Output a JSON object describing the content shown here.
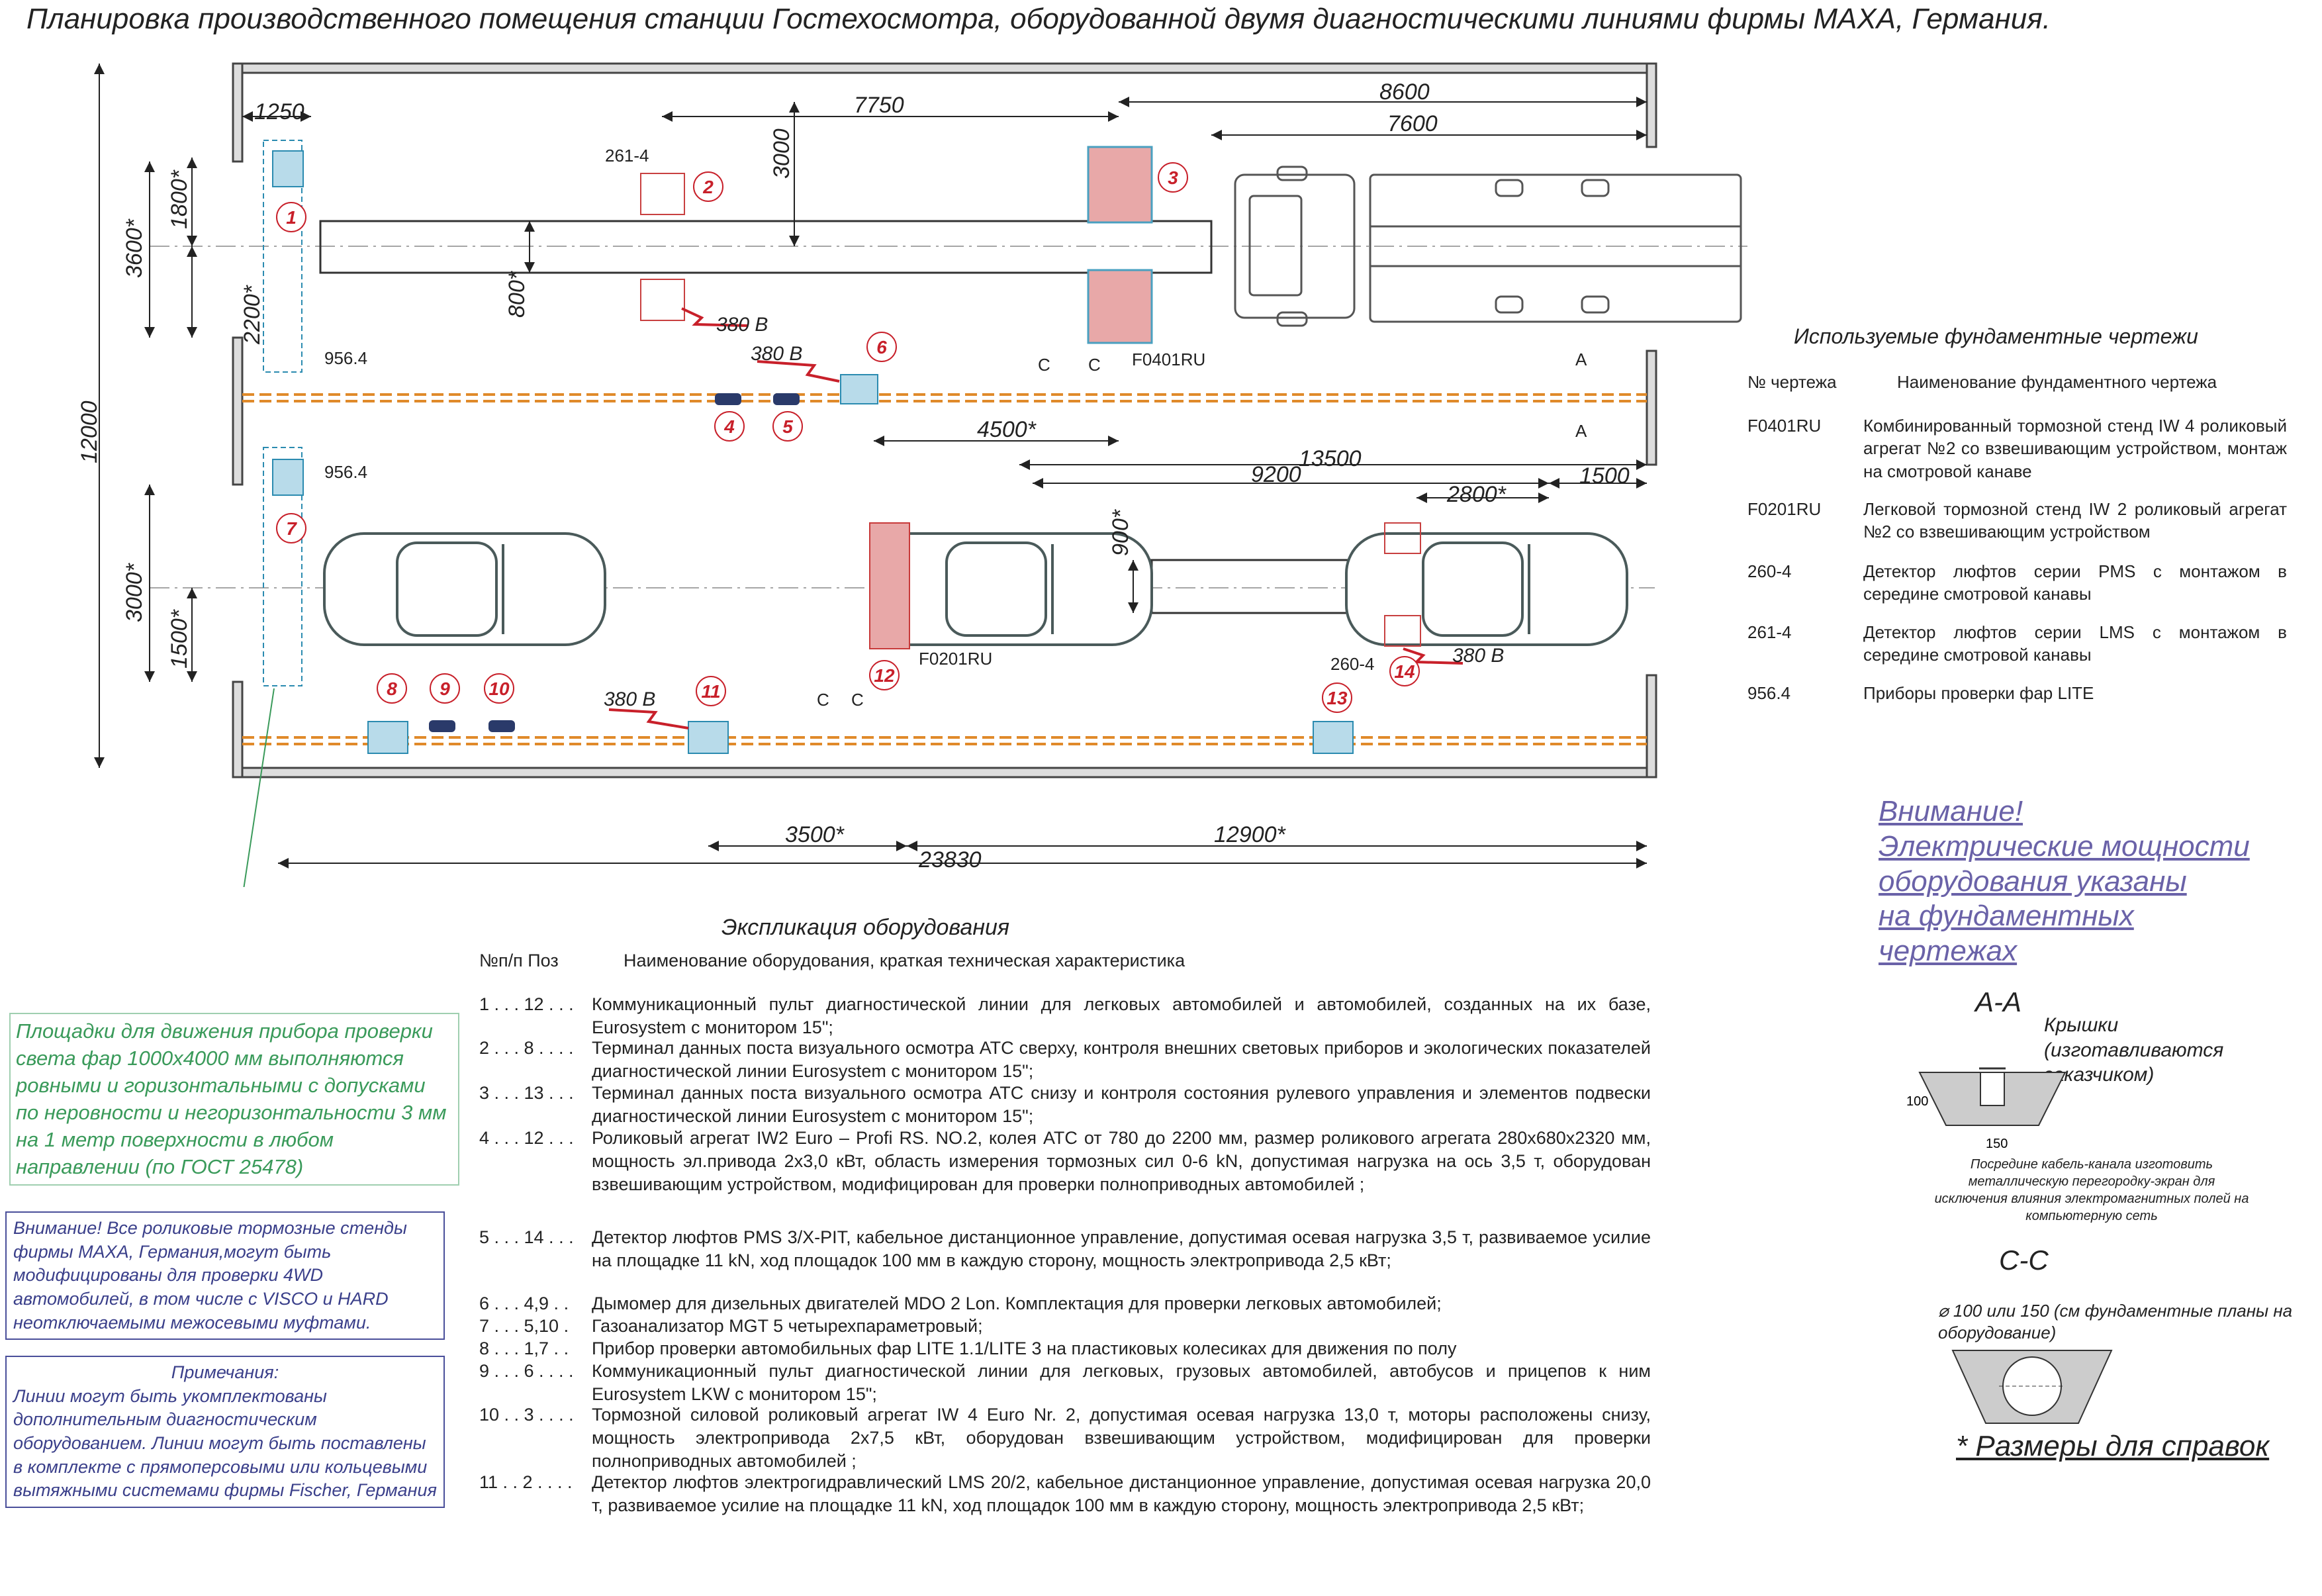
{
  "title": "Планировка производственного помещения станции Гостехосмотра, оборудованной двумя диагностическими линиями  фирмы МАХА, Германия.",
  "plan": {
    "dimensions": {
      "d1250": "1250",
      "d7750": "7750",
      "d8600": "8600",
      "d7600": "7600",
      "d3000v": "3000",
      "d3600": "3600*",
      "d1800": "1800*",
      "d2200": "2200*",
      "d800": "800*",
      "d12000": "12000",
      "d4500": "4500*",
      "d13500": "13500",
      "d9200": "9200",
      "d2800": "2800*",
      "d1500r": "1500",
      "d900": "900*",
      "d3000b": "3000*",
      "d1500b": "1500*",
      "d3500": "3500*",
      "d23830": "23830",
      "d12900": "12900*"
    },
    "labels": {
      "l2614a": "261-4",
      "l9564a": "956.4",
      "l9564b": "956.4",
      "lF0401": "F0401RU",
      "lF0201": "F0201RU",
      "l2604": "260-4",
      "v380a": "380 В",
      "v380b": "380 В",
      "v380c": "380 В",
      "v380d": "380 В",
      "cc1": "C",
      "cc2": "C",
      "cc3": "C",
      "cc4": "C",
      "aa1": "A",
      "aa2": "A"
    },
    "markers": [
      "1",
      "2",
      "3",
      "4",
      "5",
      "6",
      "7",
      "8",
      "9",
      "10",
      "11",
      "12",
      "13",
      "14"
    ]
  },
  "foundation": {
    "title": "Используемые фундаментные чертежи",
    "col_code": "№ чертежа",
    "col_name": "Наименование фундаментного чертежа",
    "rows": [
      {
        "code": "F0401RU",
        "name": "Комбинированный тормозной стенд IW 4 роликовый агрегат №2 со взвешивающим устройством, монтаж на смотровой канаве"
      },
      {
        "code": "F0201RU",
        "name": "Легковой тормозной стенд IW 2 роликовый агрегат №2 со взвешивающим устройством"
      },
      {
        "code": "260-4",
        "name": "Детектор люфтов серии PMS с монтажом в середине смотровой канавы"
      },
      {
        "code": "261-4",
        "name": "Детектор люфтов серии LMS с монтажом в середине смотровой канавы"
      },
      {
        "code": "956.4",
        "name": "Приборы проверки фар LITE"
      }
    ]
  },
  "warning": {
    "l1": "Внимание!",
    "l2": "Электрические мощности",
    "l3": "оборудования указаны",
    "l4": "на фундаментных",
    "l5": "чертежах"
  },
  "notes": {
    "green": "Площадки для движения прибора проверки света фар 1000x4000 мм выполняются ровными и горизонтальными с допусками по неровности и негоризонтальности 3 мм на 1 метр поверхности в любом направлении (по ГОСТ 25478)",
    "attention": "Внимание! Все роликовые тормозные стенды фирмы МАХА, Германия,могут быть модифицированы для проверки 4WD автомобилей, в том числе с VISCO и HARD неотключаемыми межосевыми муфтами.",
    "remarks_title": "Примечания:",
    "remarks": "Линии могут быть укомплектованы дополнительным диагностическим оборудованием. Линии могут быть поставлены в комплекте с прямоперсовыми или кольцевыми вытяжными системами фирмы Fischer, Германия"
  },
  "explication": {
    "title": "Экспликация оборудования",
    "col_pos": "№п/п Поз",
    "col_name": "Наименование оборудования, краткая техническая характеристика",
    "rows": [
      {
        "pos": "1 . . . 12 . . .",
        "text": "Коммуникационный пульт диагностической линии для легковых автомобилей и автомобилей, созданных на их базе, Eurosystem с монитором 15\";"
      },
      {
        "pos": "2 . . . 8 . . . .",
        "text": "Терминал данных поста визуального осмотра АТС сверху, контроля внешних световых приборов и экологических показателей диагностической линии Eurosystem с монитором 15\";"
      },
      {
        "pos": "3 . . . 13 . . .",
        "text": "Терминал данных поста визуального осмотра АТС снизу и контроля состояния  рулевого управления и элементов подвески диагностической линии Eurosystem с монитором 15\";"
      },
      {
        "pos": "4 . . . 12 . . .",
        "text": "Роликовый агрегат IW2 Euro – Profi  RS. NO.2, колея АТС от 780 до 2200 мм, размер роликового агрегата 280х680х2320 мм, мощность эл.привода 2х3,0 кВт, область измерения тормозных сил 0-6 kN, допустимая нагрузка на ось 3,5 т, оборудован взвешивающим устройством, модифицирован для проверки полноприводных автомобилей ;"
      },
      {
        "pos": "5 . . . 14 . . .",
        "text": "Детектор люфтов PMS 3/X-PIT, кабельное дистанционное управление, допустимая осевая нагрузка 3,5 т, развиваемое усилие на площадке 11 kN, ход площадок 100 мм в каждую сторону, мощность электропривода 2,5 кВт;"
      },
      {
        "pos": "6 . . . 4,9 . .",
        "text": "Дымомер для дизельных двигателей MDO 2 Lon. Комплектация для проверки легковых автомобилей;"
      },
      {
        "pos": "7 . . . 5,10 .",
        "text": "Газоанализатор MGT 5 четырехпараметровый;"
      },
      {
        "pos": "8 . . . 1,7 . .",
        "text": "Прибор проверки автомобильных фар LITE 1.1/LITE 3 на пластиковых колесиках для движения по полу"
      },
      {
        "pos": "9 . . . 6 . . . .",
        "text": "Коммуникационный пульт диагностической линии для легковых, грузовых автомобилей, автобусов и прицепов к ним  Eurosystem LKW с монитором 15\";"
      },
      {
        "pos": "10 . . 3 . . . .",
        "text": "Тормозной силовой роликовый агрегат IW 4 Euro Nr. 2, допустимая осевая нагрузка 13,0 т, моторы расположены снизу, мощность электропривода 2х7,5 кВт, оборудован взвешивающим устройством, модифицирован для проверки полноприводных автомобилей ;"
      },
      {
        "pos": "11 . . 2 . . . .",
        "text": "Детектор люфтов электрогидравлический LMS 20/2, кабельное дистанционное управление, допустимая осевая нагрузка 20,0 т, развиваемое усилие на площадке 11 kN, ход площадок 100 мм в каждую сторону, мощность электропривода 2,5 кВт;"
      }
    ]
  },
  "sections": {
    "aa": "А-А",
    "aa_note": "Крышки (изготавливаются заказчиком)",
    "aa_dim1": "100",
    "aa_dim2": "150",
    "aa_small": "Посредине кабель-канала изготовить металлическую перегородку-экран для исключения влияния электромагнитных полей на компьютерную сеть",
    "cc": "С-С",
    "cc_note": "⌀ 100 или 150 (см фундаментные планы на оборудование)",
    "ref": "* Размеры для справок"
  },
  "colors": {
    "accent_red": "#c8202a",
    "cable_orange": "#e08a2a",
    "line_gray": "#4a4a4a",
    "note_green": "#3a9a5a",
    "note_blue": "#3a3f8a",
    "warn_purple": "#6a62a8"
  }
}
